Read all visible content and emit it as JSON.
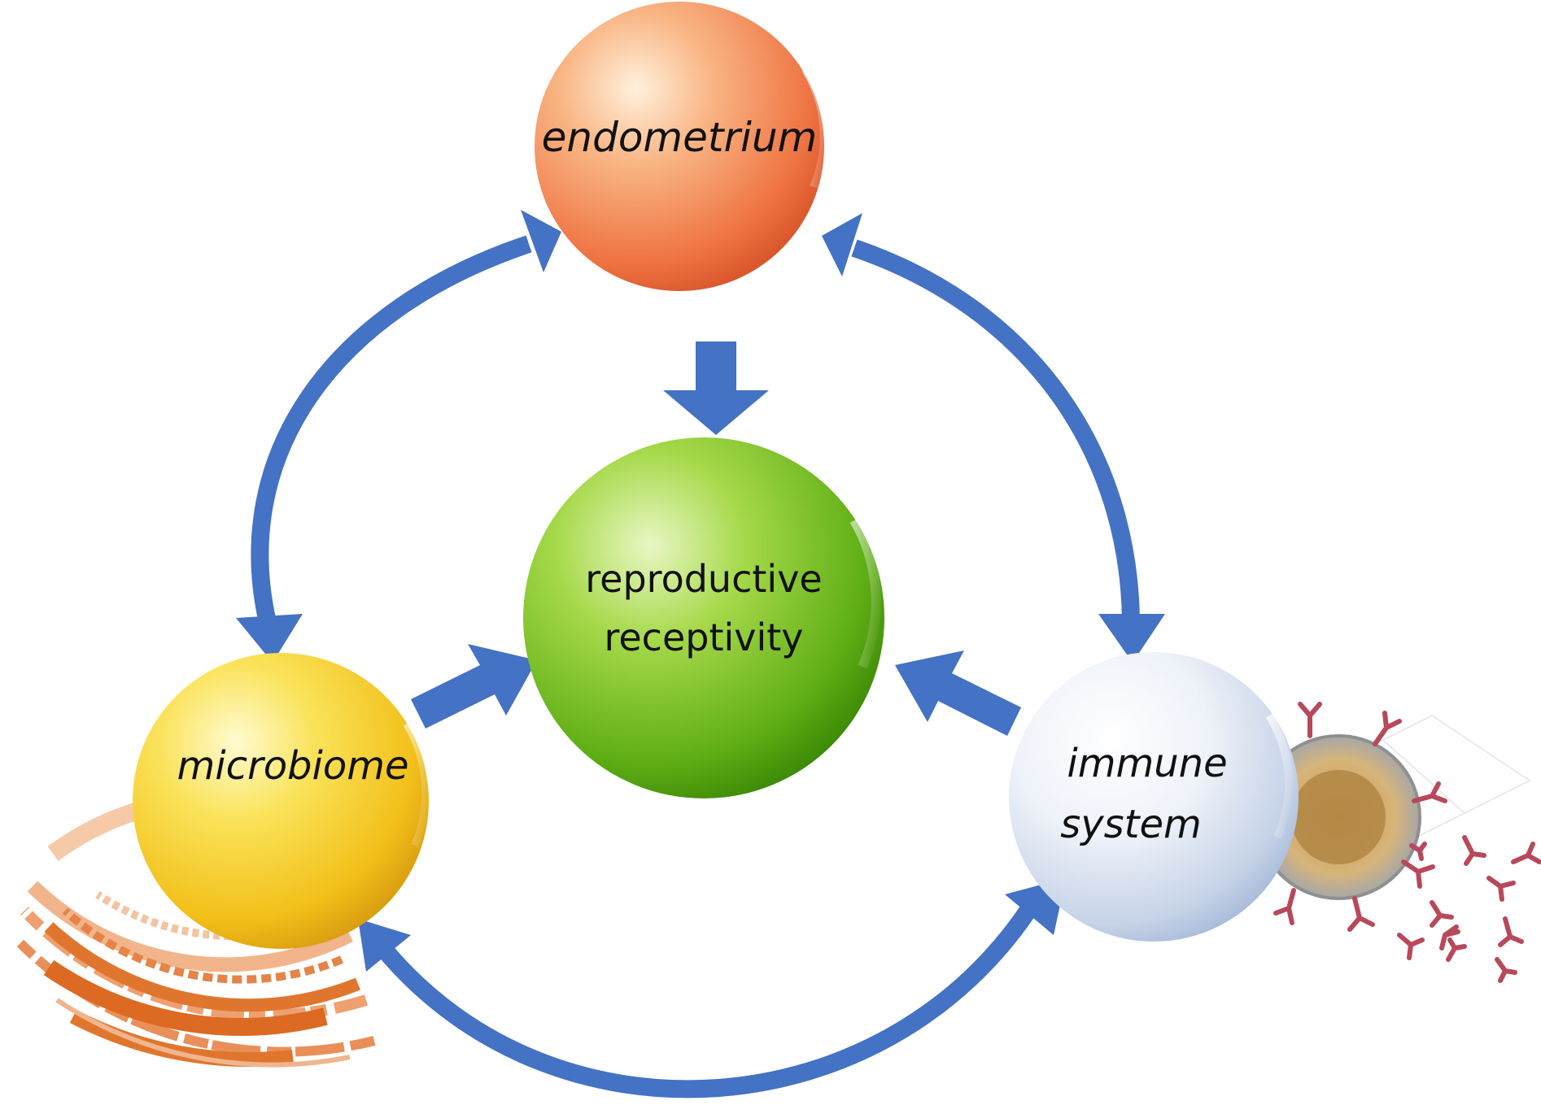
{
  "nodes": {
    "endometrium": {
      "label": "endometrium"
    },
    "center": {
      "label_line1": "reproductive",
      "label_line2": "receptivity"
    },
    "microbiome": {
      "label": "microbiome"
    },
    "immune": {
      "label_line1": "immune",
      "label_line2": "system"
    }
  },
  "colors": {
    "arrow": "#4472c4",
    "endometrium": "#f07c45",
    "center": "#5aaa18",
    "microbiome": "#f2c21a",
    "immune": "#c9d6ea",
    "microbiome_decoration": "#e0762e",
    "antibody": "#b8485a"
  },
  "icons": [
    "microbiome-circular-genome-icon",
    "immune-cell-antibody-icon"
  ]
}
